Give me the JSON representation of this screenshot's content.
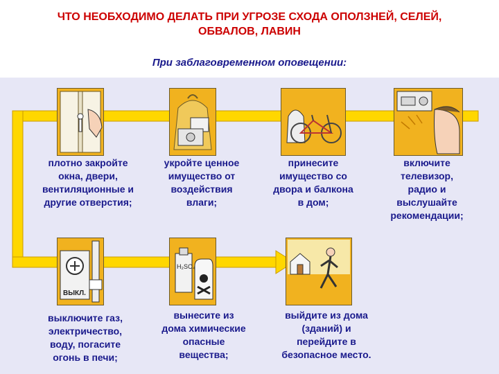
{
  "header": {
    "title_line1": "ЧТО НЕОБХОДИМО ДЕЛАТЬ ПРИ УГРОЗЕ СХОДА ОПОЛЗНЕЙ, СЕЛЕЙ,",
    "title_line2": "ОБВАЛОВ, ЛАВИН",
    "subtitle": "При заблаговременном оповещении:"
  },
  "steps": [
    {
      "icon": "window-latch-icon",
      "lines": [
        "плотно закройте",
        "окна, двери,",
        "вентиляционные и",
        "другие отверстия;"
      ]
    },
    {
      "icon": "wrapped-valuables-icon",
      "lines": [
        "укройте ценное",
        "имущество от",
        "воздействия",
        "влаги;"
      ]
    },
    {
      "icon": "bicycle-and-sack-icon",
      "lines": [
        "принесите",
        "имущество со",
        "двора и балкона",
        "в дом;"
      ]
    },
    {
      "icon": "radio-listener-icon",
      "lines": [
        "включите",
        "телевизор,",
        "радио и",
        "выслушайте",
        "рекомендации;"
      ]
    },
    {
      "icon": "switch-off-icon",
      "icon_text": "ВЫКЛ.",
      "lines": [
        "выключите газ,",
        "электричество,",
        "воду, погасите",
        "огонь в печи;"
      ]
    },
    {
      "icon": "hazardous-chemicals-icon",
      "icon_text": "H₂SO₄",
      "lines": [
        "вынесите из",
        "дома химические",
        "опасные",
        "вещества;"
      ]
    },
    {
      "icon": "running-person-icon",
      "lines": [
        "выйдите из дома",
        "(зданий) и",
        "перейдите в",
        "безопасное место."
      ]
    }
  ],
  "colors": {
    "title": "#cc0000",
    "text": "#1a1a8c",
    "panel": "#e7e7f6",
    "arrow": "#ffd700",
    "card": "#f1b21f"
  }
}
